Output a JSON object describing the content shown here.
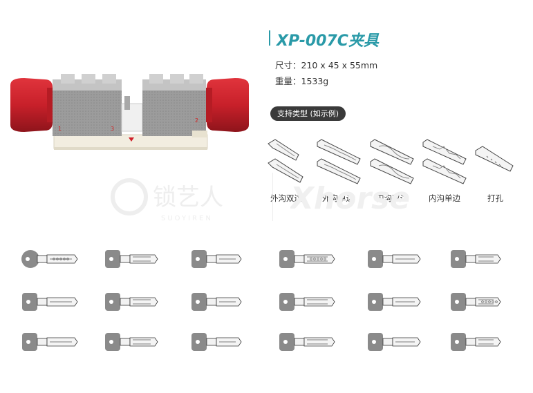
{
  "product": {
    "title": "XP-007C夹具",
    "size": "尺寸：210 x 45 x 55mm",
    "weight": "重量：1533g"
  },
  "support": {
    "badge": "支持类型 (如示例)",
    "types": [
      {
        "label": "外沟双边",
        "icon": "external-double-groove-key-icon"
      },
      {
        "label": "外沟单边",
        "icon": "external-single-groove-key-icon"
      },
      {
        "label": "内沟双边",
        "icon": "internal-double-groove-key-icon"
      },
      {
        "label": "内沟单边",
        "icon": "internal-single-groove-key-icon"
      },
      {
        "label": "打孔",
        "icon": "dimple-key-icon"
      }
    ]
  },
  "fixture_marks": {
    "left_number": "1",
    "center_number": "3",
    "right_number": "2"
  },
  "watermark": {
    "brand_cn": "锁艺人",
    "brand_en": "SUOYIREN",
    "partner": "Xhorse"
  },
  "colors": {
    "accent": "#2a9aa8",
    "knob_red": "#c8202a",
    "metal": "#9a9a9a",
    "badge": "#3a3a3a"
  },
  "key_grid_icons": [
    "round-head-dimple-key-icon",
    "external-single-groove-key-icon",
    "external-double-groove-key-icon",
    "dimple-key-icon",
    "internal-single-groove-key-icon",
    "external-double-groove-key-icon",
    "single-sided-key-icon",
    "internal-double-groove-key-icon",
    "flat-blade-key-icon",
    "external-double-groove-key-icon",
    "internal-single-groove-key-icon",
    "dimple-key-icon",
    "internal-double-groove-key-icon",
    "tubular-key-icon",
    "short-cylinder-key-icon",
    "round-shank-key-icon",
    "pointed-blade-key-icon",
    "internal-double-groove-key-icon"
  ]
}
